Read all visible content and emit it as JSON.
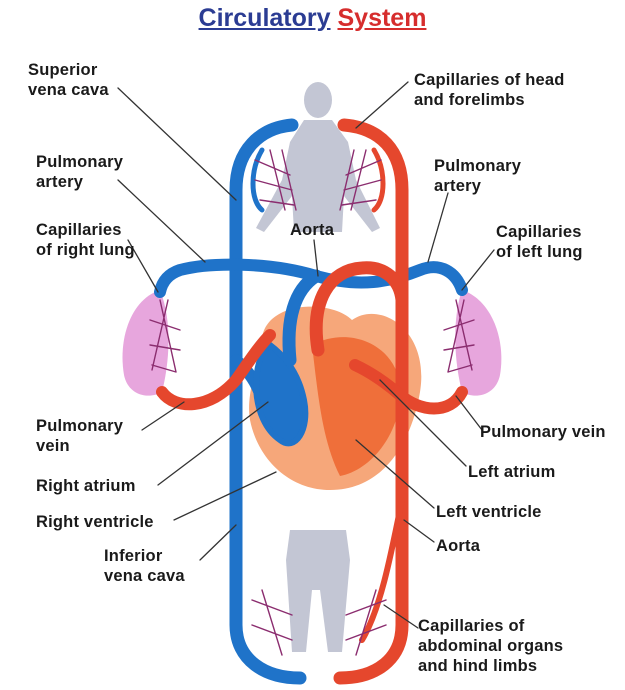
{
  "title": {
    "word1": "Circulatory",
    "word2": "System"
  },
  "labels": {
    "superior_vena_cava": "Superior\nvena cava",
    "capillaries_head": "Capillaries of head\nand forelimbs",
    "pulmonary_artery_left": "Pulmonary\nartery",
    "pulmonary_artery_right": "Pulmonary\nartery",
    "capillaries_right_lung": "Capillaries\nof right lung",
    "capillaries_left_lung": "Capillaries\nof left lung",
    "aorta_top": "Aorta",
    "pulmonary_vein_left": "Pulmonary\nvein",
    "pulmonary_vein_right": "Pulmonary vein",
    "left_atrium": "Left atrium",
    "right_atrium": "Right atrium",
    "left_ventricle": "Left ventricle",
    "right_ventricle": "Right ventricle",
    "aorta_bottom": "Aorta",
    "inferior_vena_cava": "Inferior\nvena cava",
    "capillaries_abdominal": "Capillaries of\nabdominal organs\nand hind limbs"
  },
  "colors": {
    "title_word1": "#2b3c93",
    "title_word2": "#d62d2d",
    "deoxygenated_blood": "#1f73c9",
    "oxygenated_blood": "#e5472d",
    "lung": "#e7a6dd",
    "heart": "#f6a77a",
    "body_silhouette": "#c3c6d4",
    "capillary": "#8b2d6f"
  }
}
